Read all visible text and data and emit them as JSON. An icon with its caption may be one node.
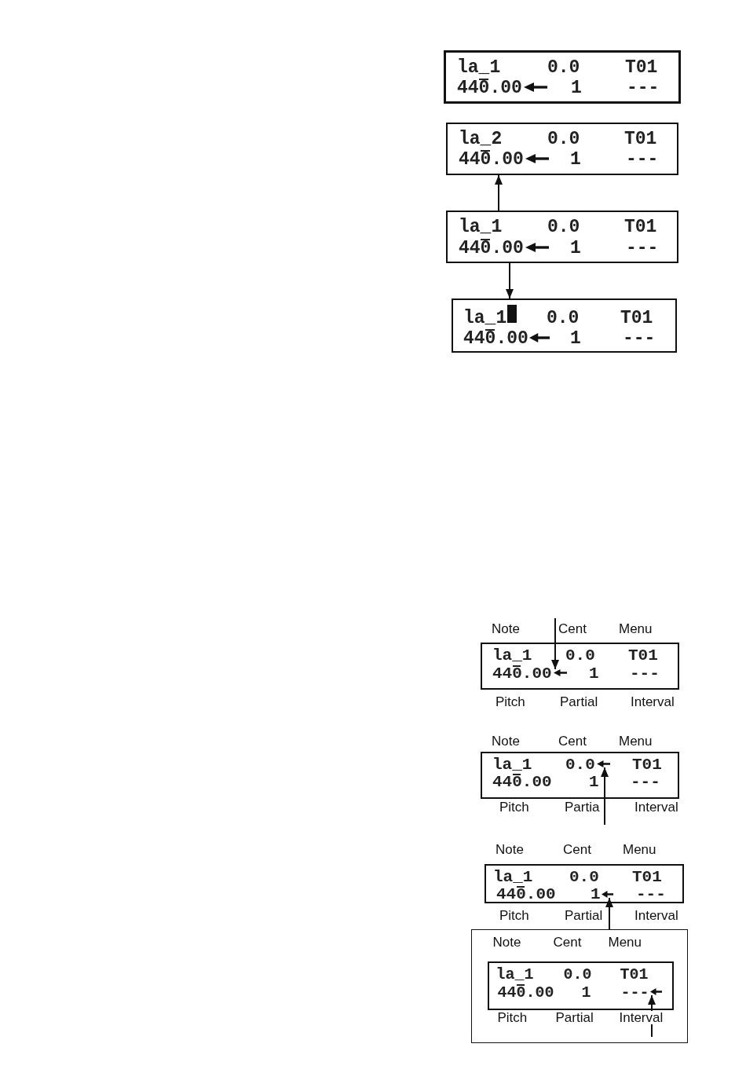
{
  "diagram": {
    "nodes": [
      {
        "text": [
          "la_1",
          "0.0",
          "T01",
          "440.00",
          "1",
          "---"
        ]
      },
      {
        "text": [
          "la_2",
          "0.0",
          "T01",
          "440.00",
          "1",
          "---"
        ]
      },
      {
        "text": [
          "la_1",
          "0.0",
          "T01",
          "440.00",
          "1",
          "---"
        ]
      },
      {
        "text": [
          "la_1",
          "0.0",
          "T01",
          "440.00",
          "1",
          "---"
        ]
      },
      {
        "text": [
          "la_1",
          "0.0",
          "T01",
          "440.00",
          "1",
          "---"
        ],
        "beside": [
          "Note",
          "Cent",
          "Menu",
          "Pitch",
          "Partial",
          "Interval"
        ]
      },
      {
        "text": [],
        "shape": "arrow",
        "in": 4
      },
      {
        "text": [
          "la_1",
          "0.0",
          "T01",
          "440.00",
          "1",
          "---"
        ],
        "beside": [
          "Note",
          "Cent",
          "Menu",
          "Pitch",
          "Partia",
          "Interval"
        ]
      },
      {
        "text": [],
        "shape": "arrow",
        "in": 6
      },
      {
        "text": [
          "la_1",
          "0.0",
          "T01",
          "440.00",
          "1",
          "---"
        ],
        "beside": [
          "Note",
          "Cent",
          "Menu",
          "Pitch",
          "Partial",
          "Interval"
        ]
      },
      {
        "text": [],
        "shape": "arrow",
        "in": 8
      },
      {
        "text": [],
        "shape": "box"
      },
      {
        "text": [
          "la_1",
          "0.0",
          "T01",
          "440.00",
          "1",
          "---"
        ],
        "beside": [
          "Note",
          "Cent",
          "Menu",
          "Pitch",
          "Partial",
          "Interval"
        ],
        "in": 10
      },
      {
        "text": [],
        "shape": "arrow",
        "in": 11
      }
    ],
    "edges": [
      {
        "from": 2,
        "to": 1,
        "arrow": "to"
      },
      {
        "from": 2,
        "to": 3,
        "arrow": "to"
      },
      {
        "from": null,
        "to": 5,
        "arrow": "to"
      },
      {
        "from": null,
        "to": 7,
        "arrow": "to"
      },
      {
        "from": 10,
        "to": 9,
        "arrow": "to"
      },
      {
        "from": null,
        "to": 12,
        "arrow": "to"
      }
    ]
  }
}
